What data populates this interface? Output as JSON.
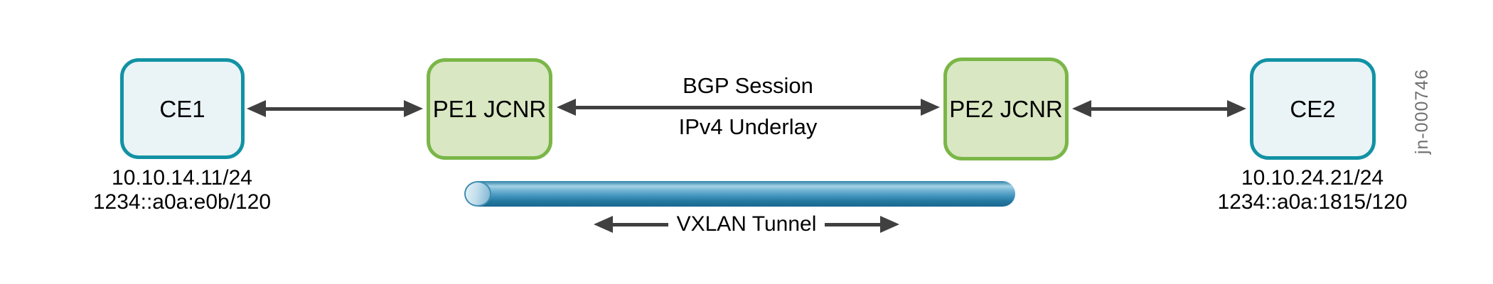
{
  "nodes": {
    "ce1": {
      "label": "CE1",
      "ipv4": "10.10.14.11/24",
      "ipv6": "1234::a0a:e0b/120"
    },
    "pe1": {
      "label": "PE1 JCNR"
    },
    "pe2": {
      "label": "PE2 JCNR"
    },
    "ce2": {
      "label": "CE2",
      "ipv4": "10.10.24.21/24",
      "ipv6": "1234::a0a:1815/120"
    }
  },
  "links": {
    "pe1_pe2": {
      "top_label": "BGP Session",
      "bottom_label": "IPv4 Underlay"
    }
  },
  "tunnel": {
    "label": "VXLAN Tunnel"
  },
  "figure": {
    "id_label": "jn-000746"
  },
  "colors": {
    "ce_border": "#1292A4",
    "ce_fill": "#EAF4F7",
    "pe_border": "#7AB648",
    "pe_fill": "#D9E7C2",
    "arrow": "#404040",
    "tunnel_top": "#2E81A8",
    "tunnel_light": "#A5D2E5",
    "tunnel_bottom": "#1A6890",
    "tunnel_cap_rim": "#3E8CB0",
    "tunnel_cap_light": "#E6F2F7",
    "tunnel_cap_dark": "#7FB4D0",
    "figure_id": "#707070"
  }
}
